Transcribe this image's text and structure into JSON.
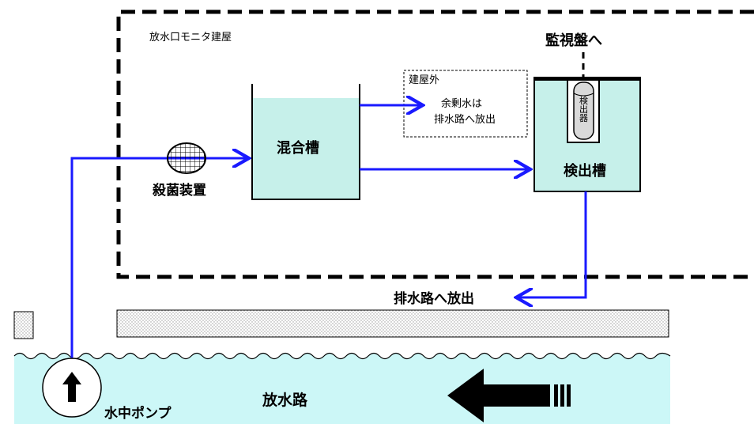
{
  "building": {
    "label": "放水口モニタ建屋"
  },
  "outdoor": {
    "label": "建屋外",
    "text_line1": "余剰水は",
    "text_line2": "排水路へ放出"
  },
  "monitor_panel": {
    "label": "監視盤へ"
  },
  "mixing_tank": {
    "label": "混合槽"
  },
  "detection_tank": {
    "label": "検出槽"
  },
  "detector": {
    "label": "検出器"
  },
  "sterilizer": {
    "label": "殺菌装置"
  },
  "drain_release": {
    "label": "排水路へ放出"
  },
  "channel": {
    "label": "放水路"
  },
  "pump": {
    "label": "水中ポンプ"
  },
  "colors": {
    "pipe": "#1a1aff",
    "tank_water": "#c6f0ea",
    "channel_water": "#ccf7f7",
    "line": "#000000"
  }
}
